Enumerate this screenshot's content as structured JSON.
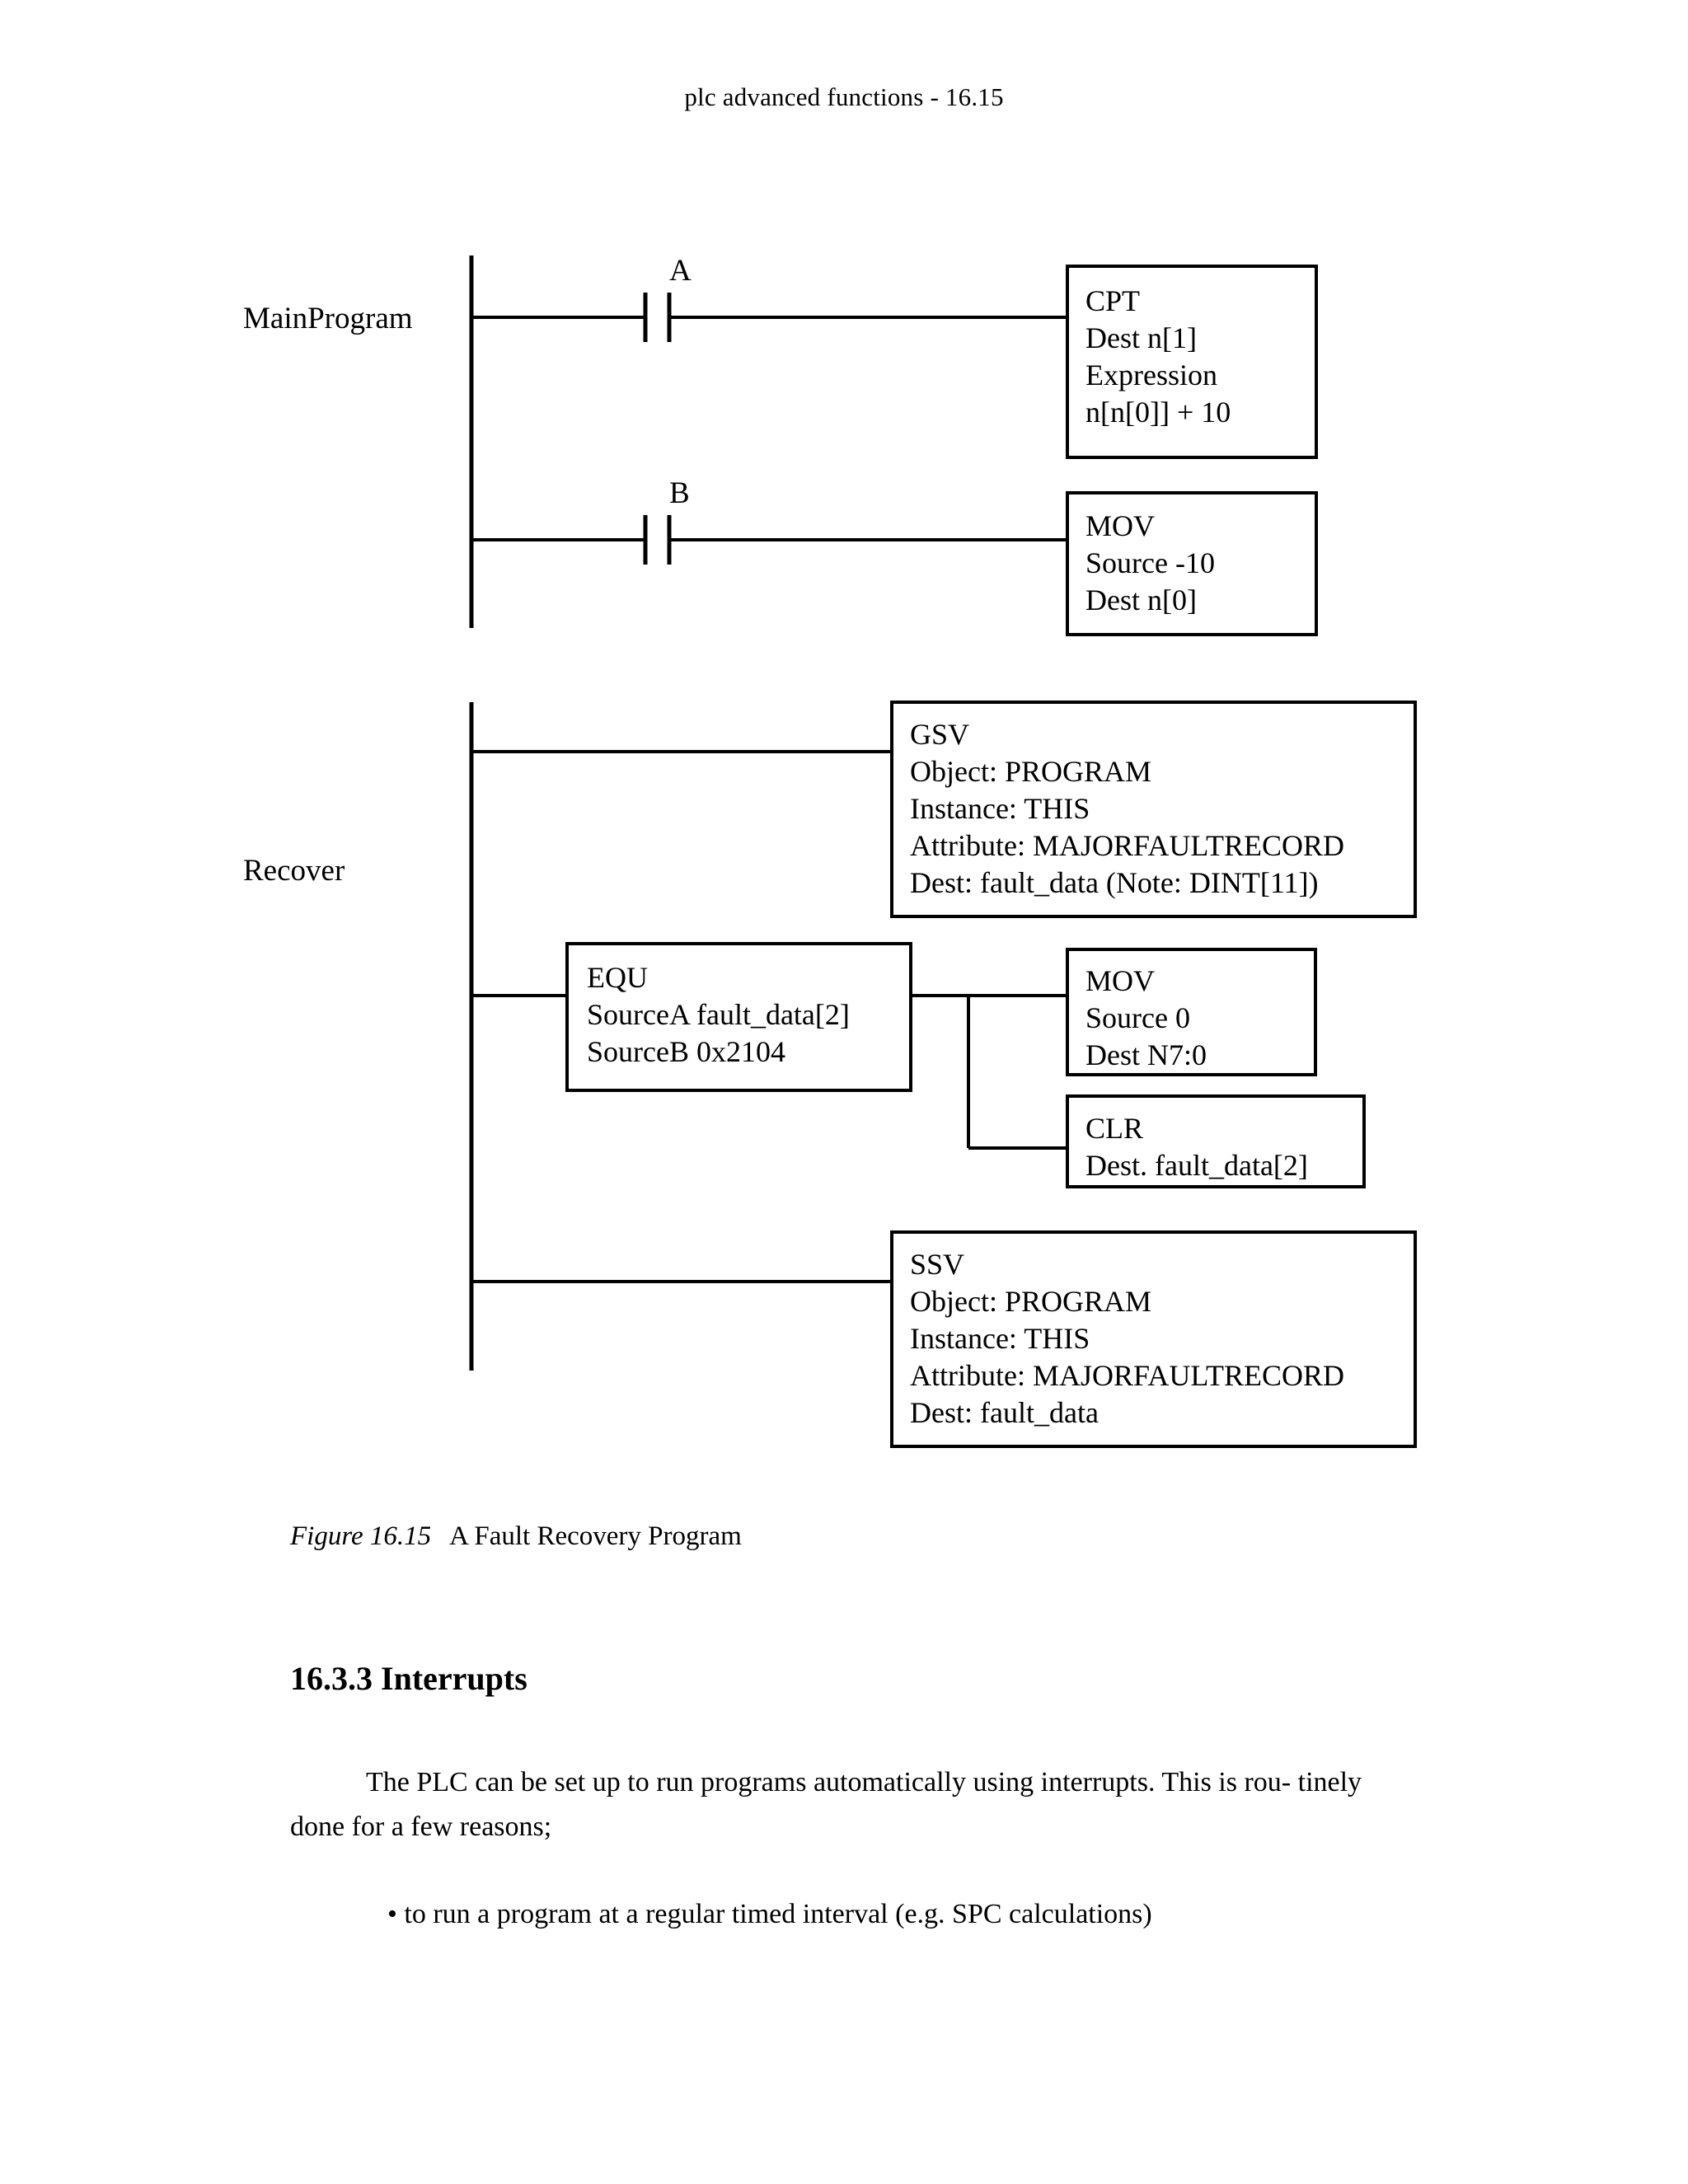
{
  "header": {
    "running_title": "plc advanced functions - 16.15"
  },
  "figure": {
    "caption_number": "Figure 16.15",
    "caption_title": "A Fault Recovery Program",
    "rails": [
      {
        "label": "MainProgram"
      },
      {
        "label": "Recover"
      }
    ],
    "contacts": [
      {
        "label": "A"
      },
      {
        "label": "B"
      }
    ],
    "blocks": {
      "cpt": {
        "lines": [
          "CPT",
          "Dest n[1]",
          "Expression",
          "n[n[0]] + 10"
        ]
      },
      "mov_main": {
        "lines": [
          "MOV",
          "Source -10",
          "Dest n[0]"
        ]
      },
      "gsv": {
        "lines": [
          "GSV",
          "Object: PROGRAM",
          "Instance: THIS",
          "Attribute: MAJORFAULTRECORD",
          "Dest: fault_data (Note: DINT[11])"
        ]
      },
      "equ": {
        "lines": [
          "EQU",
          "SourceA fault_data[2]",
          "SourceB 0x2104"
        ]
      },
      "mov_branch": {
        "lines": [
          "MOV",
          "Source 0",
          "Dest N7:0"
        ]
      },
      "clr": {
        "lines": [
          "CLR",
          "Dest. fault_data[2]"
        ]
      },
      "ssv": {
        "lines": [
          "SSV",
          "Object: PROGRAM",
          "Instance: THIS",
          "Attribute: MAJORFAULTRECORD",
          "Dest: fault_data"
        ]
      }
    }
  },
  "section": {
    "heading": "16.3.3 Interrupts",
    "paragraph_line1": "The PLC can be set up to run programs automatically using interrupts. This is rou-",
    "paragraph_line2": "tinely done for a few reasons;",
    "bullet": "• to run a program at a regular timed interval (e.g. SPC calculations)"
  },
  "colors": {
    "ink": "#000000",
    "paper": "#ffffff"
  }
}
